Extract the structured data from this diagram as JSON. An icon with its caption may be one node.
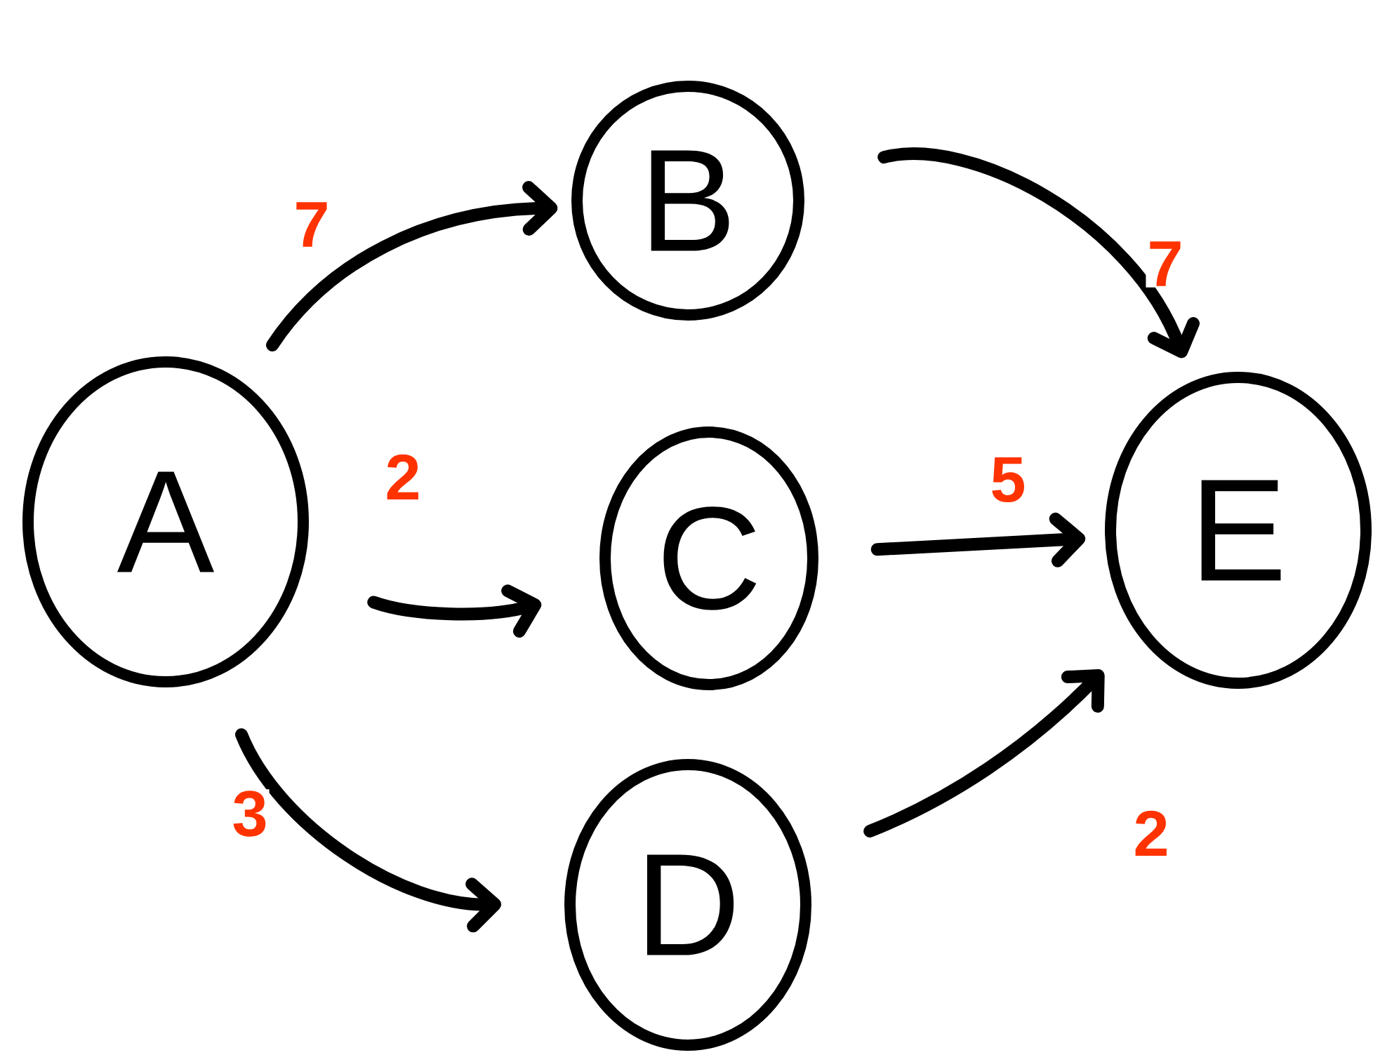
{
  "diagram": {
    "nodes": [
      {
        "text": [
          "A"
        ]
      },
      {
        "text": [
          "B"
        ]
      },
      {
        "text": [
          "C"
        ]
      },
      {
        "text": [
          "D"
        ]
      },
      {
        "text": [
          "E"
        ]
      }
    ],
    "edges": [
      {
        "from": 0,
        "to": 1,
        "arrow": "to",
        "label": "7"
      },
      {
        "from": 0,
        "to": 2,
        "arrow": "to",
        "label": "2"
      },
      {
        "from": 0,
        "to": 3,
        "arrow": "to",
        "label": "3"
      },
      {
        "from": 1,
        "to": 4,
        "arrow": "to",
        "label": "7"
      },
      {
        "from": 2,
        "to": 4,
        "arrow": "to",
        "label": "5"
      },
      {
        "from": 3,
        "to": 4,
        "arrow": "to",
        "label": "2"
      }
    ]
  }
}
